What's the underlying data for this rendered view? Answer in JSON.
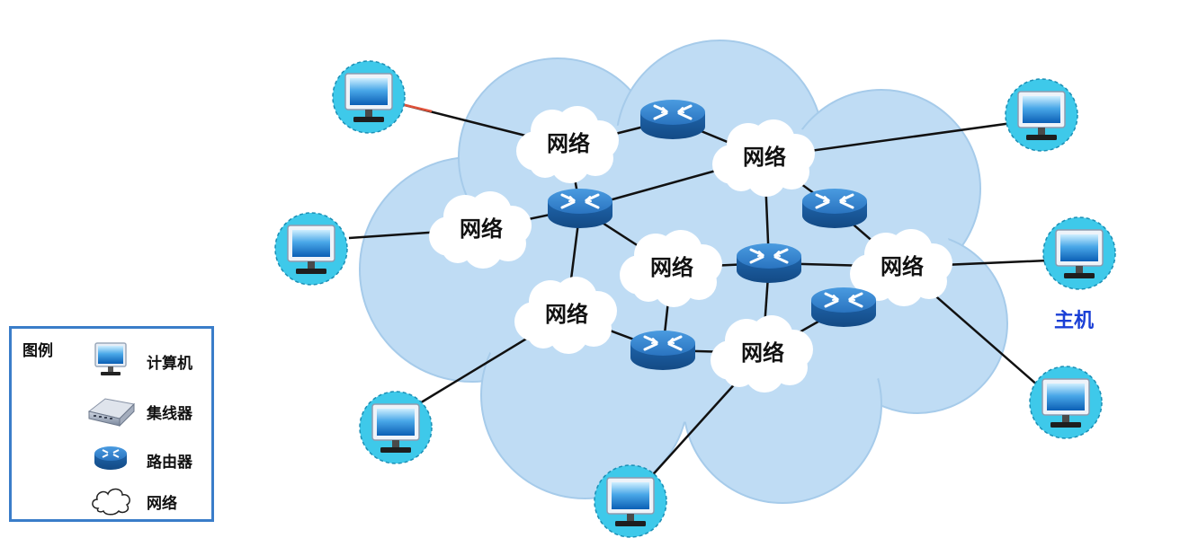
{
  "diagram": {
    "network_label": "网络",
    "host_label": "主机",
    "colors": {
      "cloud_fill": "#bfdcf4",
      "cloud_stroke": "#9cc4e6",
      "router": "#2b78c2",
      "host_circle": "#3ec9ea",
      "link": "#111111",
      "host_label": "#1a3fd6",
      "legend_border": "#3a7dc9"
    }
  },
  "legend": {
    "title": "图例",
    "items": [
      {
        "icon": "computer-icon",
        "label": "计算机"
      },
      {
        "icon": "hub-icon",
        "label": "集线器"
      },
      {
        "icon": "router-icon",
        "label": "路由器"
      },
      {
        "icon": "network-cloud-icon",
        "label": "网络"
      }
    ]
  }
}
